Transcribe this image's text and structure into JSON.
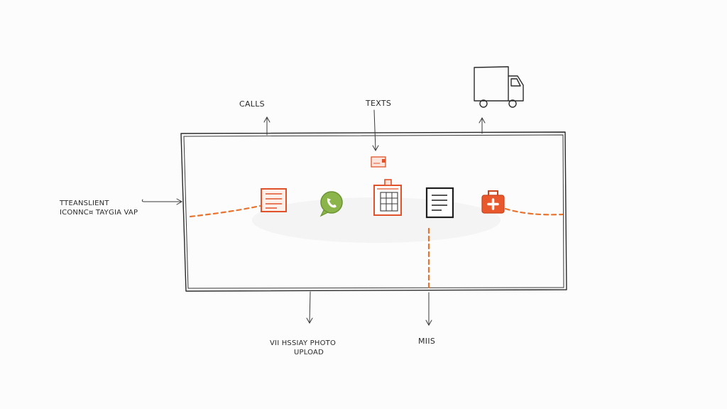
{
  "labels": {
    "calls": "CALLS",
    "texts": "TEXTS",
    "transient_line1": "TTEANSLIENT",
    "transient_line2": "ICONNC¤ TAYGIA VAP",
    "bottom_left_line1": "VII HSSIAY PHOTO",
    "bottom_left_line2": "UPLOAD",
    "bottom_right": "MIIS"
  },
  "icons": [
    {
      "name": "document-list-icon",
      "color": "#e0532a"
    },
    {
      "name": "phone-chat-icon",
      "color": "#7aa63a"
    },
    {
      "name": "calendar-grid-icon",
      "color": "#e0532a"
    },
    {
      "name": "text-document-icon",
      "color": "#2b2b2b"
    },
    {
      "name": "medical-kit-icon",
      "color": "#e0532a"
    },
    {
      "name": "delivery-truck-icon",
      "color": "#2b2b2b"
    },
    {
      "name": "message-small-icon",
      "color": "#e0532a"
    }
  ],
  "colors": {
    "accent": "#e0532a",
    "green": "#7aa63a",
    "ink": "#2b2b2b",
    "dashed_line": "#e8742f",
    "background": "#fcfcfc"
  }
}
